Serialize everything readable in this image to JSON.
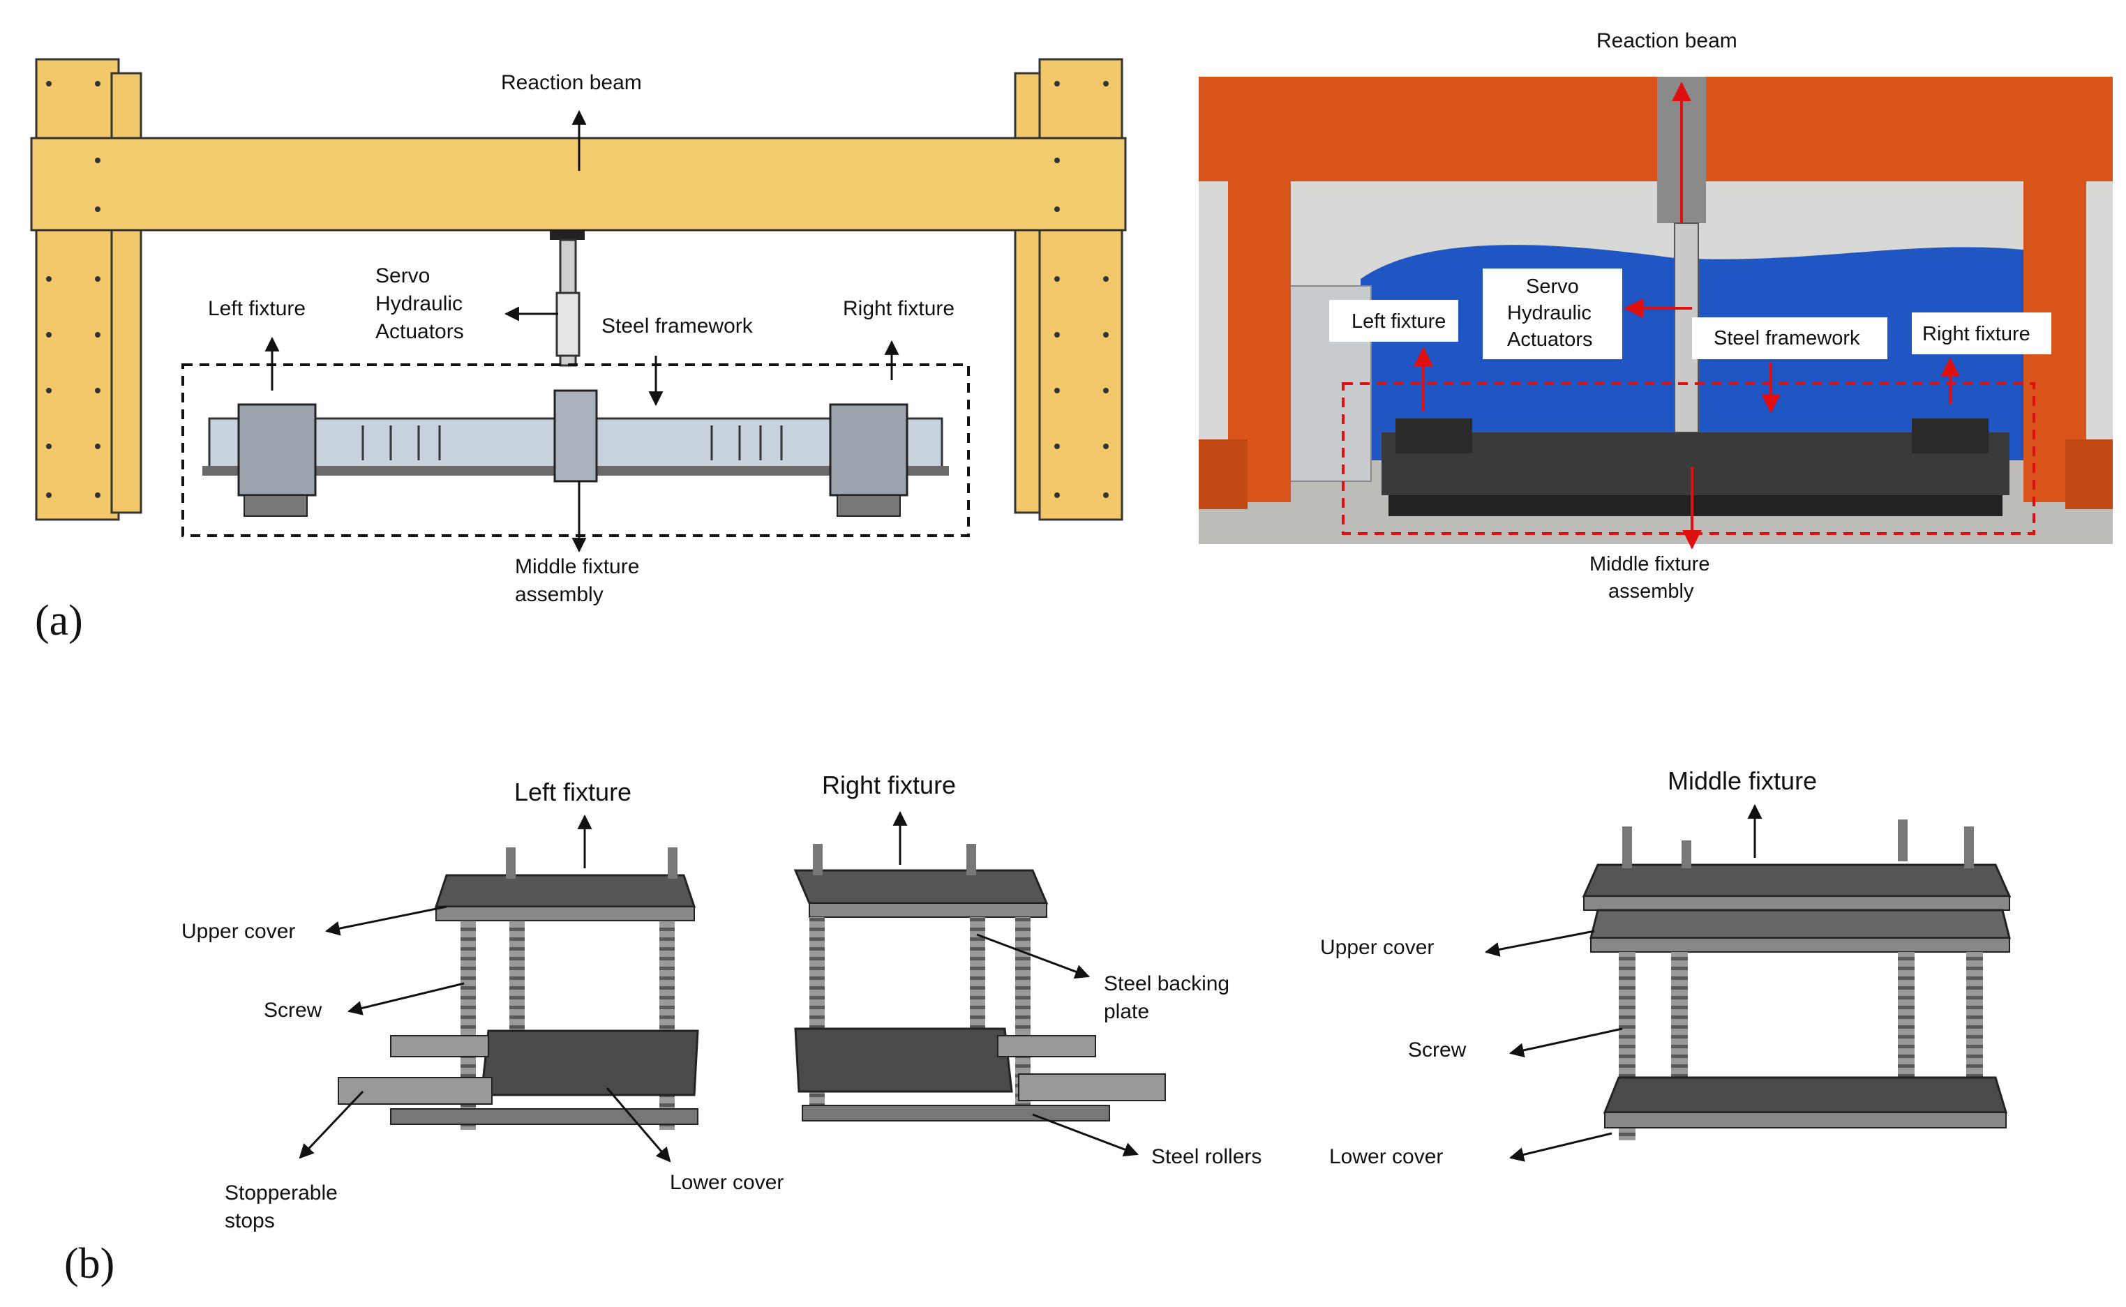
{
  "panel_a": {
    "letter": "(a)",
    "schematic": {
      "reaction_beam": "Reaction beam",
      "actuator": [
        "Servo",
        "Hydraulic",
        "Actuators"
      ],
      "steel_framework": "Steel framework",
      "left_fixture": "Left fixture",
      "right_fixture": "Right fixture",
      "middle_fixture": [
        "Middle fixture",
        "assembly"
      ]
    },
    "photo": {
      "reaction_beam": "Reaction beam",
      "actuator": [
        "Servo",
        "Hydraulic",
        "Actuators"
      ],
      "steel_framework": "Steel framework",
      "left_fixture": "Left fixture",
      "right_fixture": "Right fixture",
      "middle_fixture": [
        "Middle fixture",
        "assembly"
      ]
    }
  },
  "panel_b": {
    "letter": "(b)",
    "left_title": "Left fixture",
    "right_title": "Right fixture",
    "middle_title": "Middle fixture",
    "upper_cover": "Upper cover",
    "screw": "Screw",
    "stopperable_stops": [
      "Stopperable",
      "stops"
    ],
    "lower_cover": "Lower cover",
    "steel_backing_plate": [
      "Steel backing",
      "plate"
    ],
    "steel_rollers": "Steel rollers",
    "mid_upper_cover": "Upper cover",
    "mid_screw": "Screw",
    "mid_lower_cover": "Lower cover"
  },
  "colors": {
    "schematic_frame": "#f2c86a",
    "photo_frame": "#d9541a",
    "tarp": "#1f56c4",
    "callout_red": "#e01010"
  }
}
